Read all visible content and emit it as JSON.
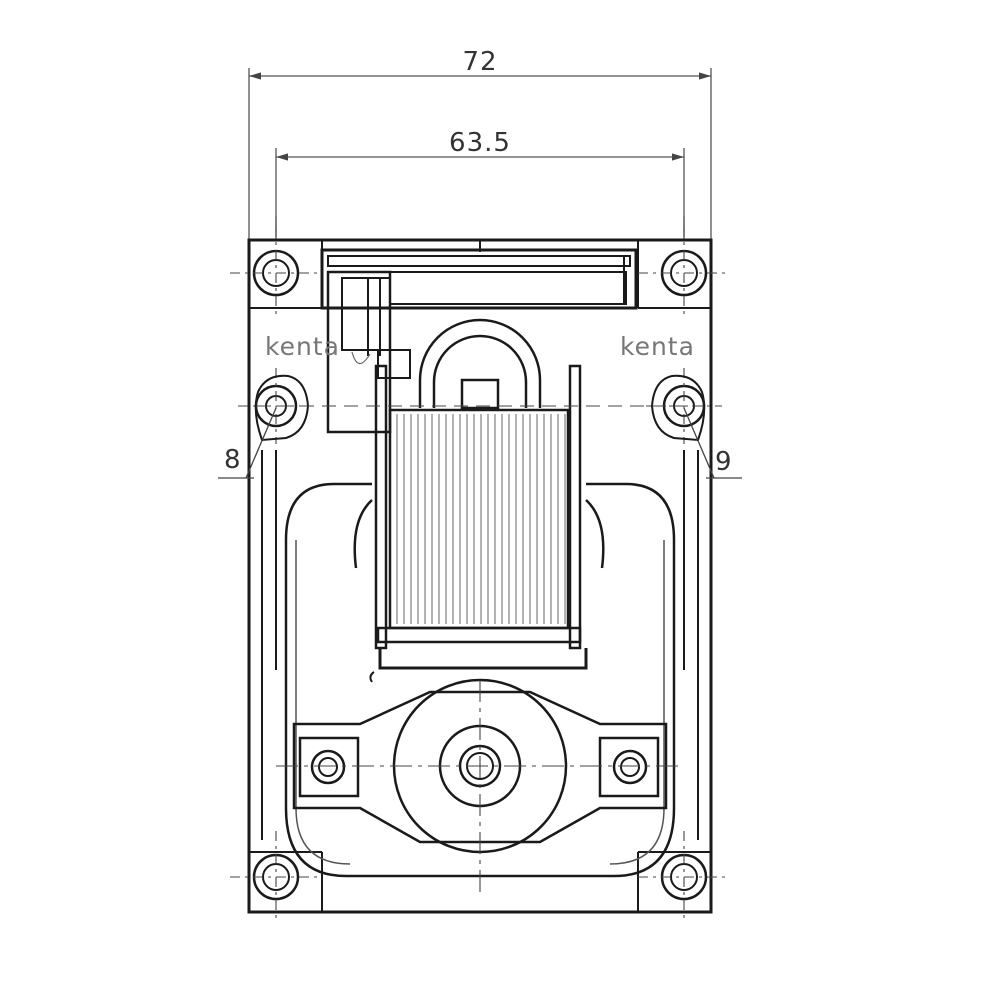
{
  "drawing": {
    "dimensions": {
      "overall_width": "72",
      "hole_spacing": "63.5",
      "left_hole": "8",
      "right_hole": "9"
    },
    "watermarks": [
      "kenta",
      "kenta"
    ]
  },
  "colors": {
    "line": "#1a1a1a",
    "thin_line": "#555555",
    "dim_line": "#444444",
    "watermark": "#777777",
    "background": "#ffffff"
  }
}
